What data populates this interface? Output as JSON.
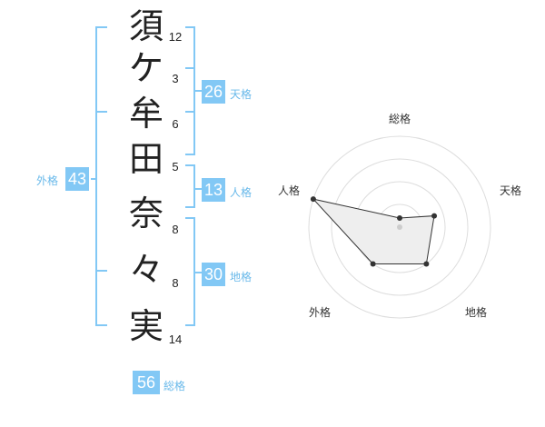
{
  "name": {
    "chars": [
      "須",
      "ケ",
      "牟",
      "田",
      "奈",
      "々",
      "実"
    ],
    "strokes": [
      "12",
      "3",
      "6",
      "5",
      "8",
      "8",
      "14"
    ]
  },
  "kaku": {
    "tenkaku": {
      "value": "26",
      "label": "天格"
    },
    "jinkaku": {
      "value": "13",
      "label": "人格"
    },
    "chikaku": {
      "value": "30",
      "label": "地格"
    },
    "gaikaku": {
      "value": "43",
      "label": "外格"
    },
    "soukaku": {
      "value": "56",
      "label": "総格"
    }
  },
  "colors": {
    "accent": "#82c8f5",
    "bracket": "#82c8f5",
    "polygon_fill": "#eeeeee"
  },
  "chart_data": {
    "type": "radar",
    "axes": [
      "総格",
      "天格",
      "地格",
      "外格",
      "人格"
    ],
    "levels": 4,
    "range": [
      0,
      5
    ],
    "values": [
      0.5,
      2.0,
      2.5,
      2.5,
      5.0
    ],
    "grid": true
  }
}
